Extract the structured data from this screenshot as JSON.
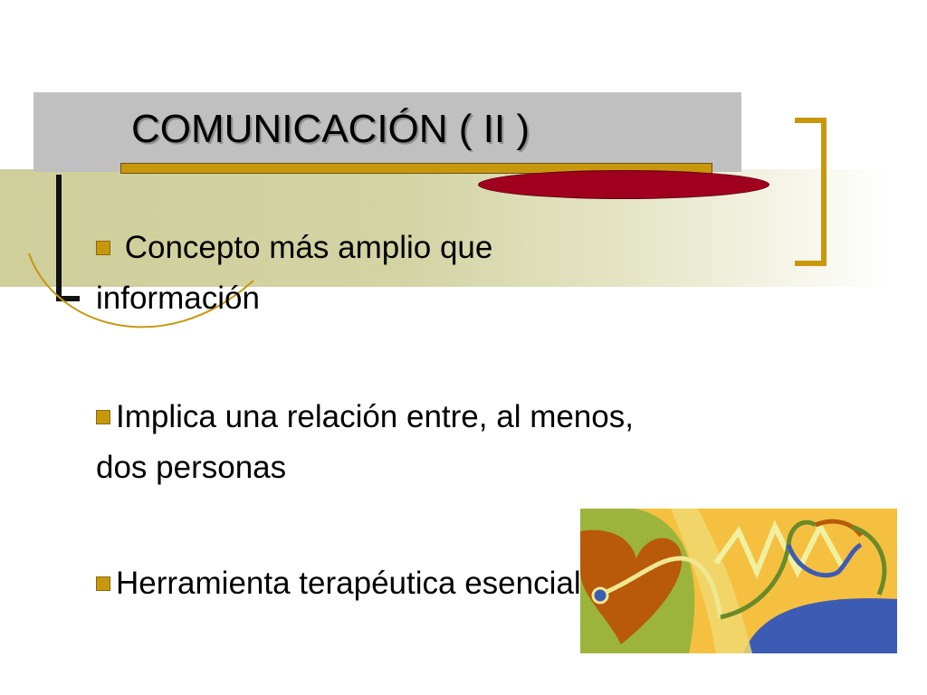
{
  "slide": {
    "title": "COMUNICACIÓN ( II )",
    "bullets": [
      {
        "text": " Concepto más amplio que información",
        "marker": "square-bullet-icon"
      },
      {
        "text": "Implica una relación entre, al menos, dos personas",
        "marker": "square-bullet-icon"
      },
      {
        "text": "Herramienta terapéutica esencial",
        "marker": "square-bullet-icon"
      }
    ],
    "image": {
      "icon": "heart-stethoscope-icon"
    }
  },
  "colors": {
    "gold": "#c8980c",
    "crimson": "#a0001e",
    "grey": "#c0c0c0",
    "olive": "#cfcf9c"
  }
}
